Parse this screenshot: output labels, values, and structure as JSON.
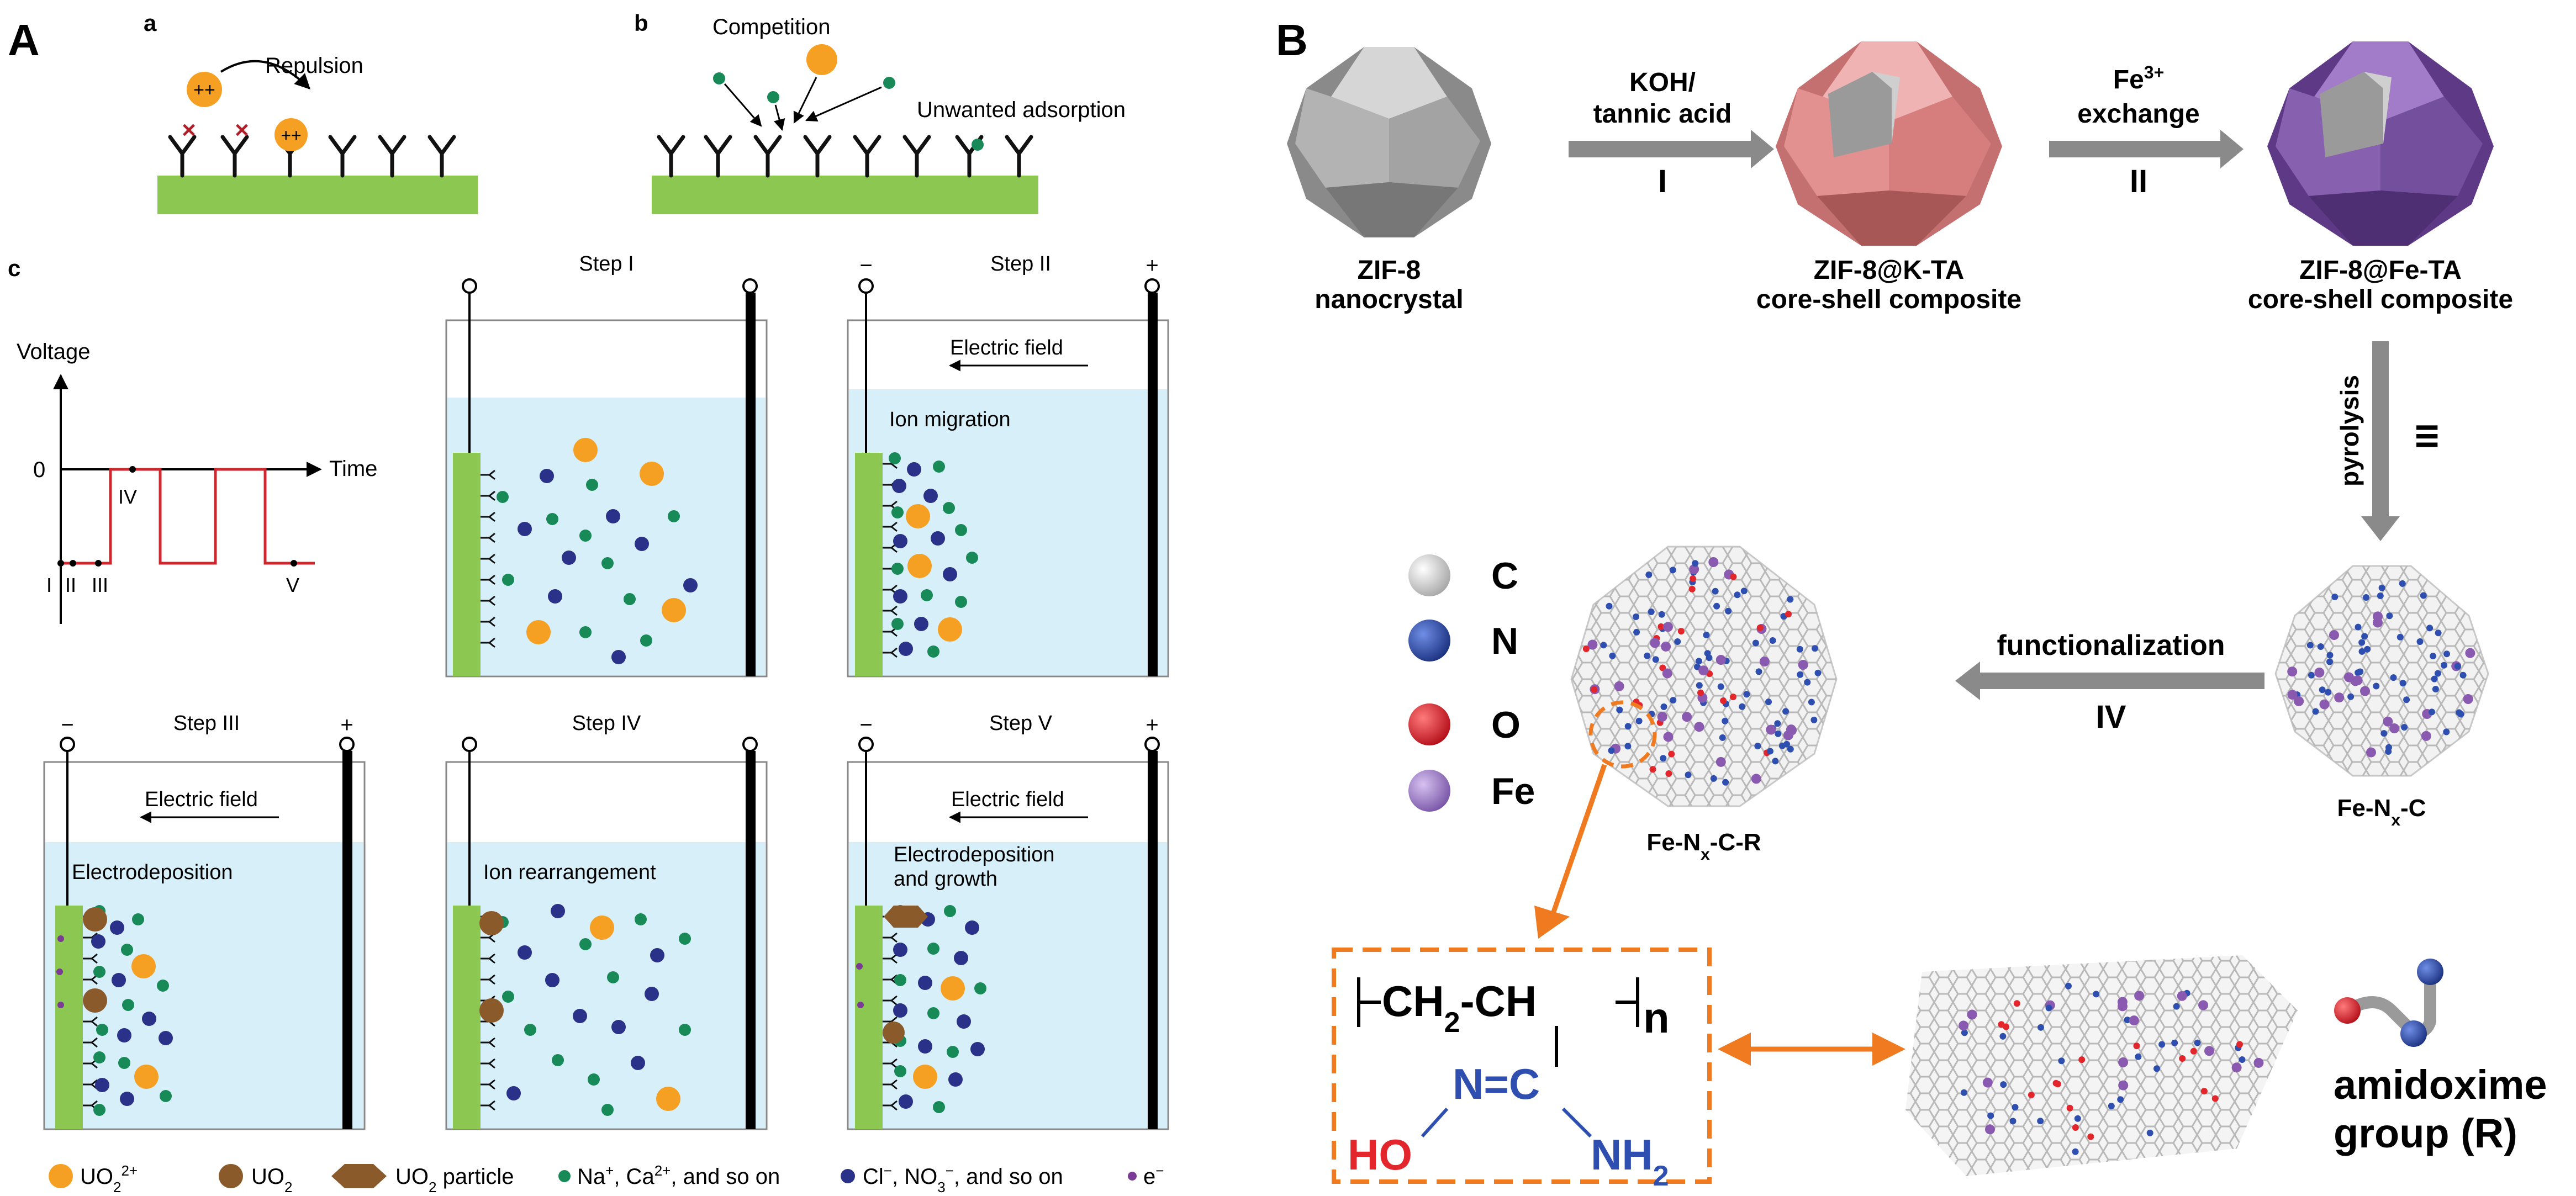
{
  "panel_A": {
    "label": "A",
    "a": {
      "label": "a",
      "repulsion": "Repulsion",
      "charge": "++"
    },
    "b": {
      "label": "b",
      "competition": "Competition",
      "unwanted": "Unwanted adsorption"
    },
    "c": {
      "label": "c",
      "voltage": "Voltage",
      "time": "Time",
      "zero": "0",
      "points": [
        "I",
        "II",
        "III",
        "IV",
        "V"
      ],
      "steps": [
        {
          "title": "Step I",
          "caption": ""
        },
        {
          "title": "Step II",
          "caption": "Ion migration"
        },
        {
          "title": "Step III",
          "caption": "Electrodeposition"
        },
        {
          "title": "Step IV",
          "caption": "Ion rearrangement"
        },
        {
          "title": "Step V",
          "caption": "Electrodeposition",
          "caption2": "and growth"
        }
      ],
      "electric_field": "Electric field",
      "minus": "−",
      "plus": "+"
    },
    "legend": [
      {
        "label": "UO",
        "sub": "2",
        "sup": "2+",
        "rest": ""
      },
      {
        "label": "UO",
        "sub": "2",
        "sup": "",
        "rest": ""
      },
      {
        "label": "UO",
        "sub": "2",
        "sup": "",
        "rest": " particle"
      },
      {
        "label": "Na",
        "sub": "",
        "sup": "+",
        "rest": ", Ca",
        "sup2": "2+",
        "rest2": ", and so on"
      },
      {
        "label": "Cl",
        "sub": "",
        "sup": "−",
        "rest": ", NO",
        "sub2": "3",
        "sup2": "−",
        "rest2": ", and so on"
      },
      {
        "label": "e",
        "sub": "",
        "sup": "−",
        "rest": ""
      }
    ]
  },
  "panel_B": {
    "label": "B",
    "zif8_1": "ZIF-8",
    "zif8_2": "nanocrystal",
    "kta_1": "ZIF-8@K-TA",
    "kta_2": "core-shell composite",
    "feta_1": "ZIF-8@Fe-TA",
    "feta_2": "core-shell composite",
    "step1_line1": "KOH/",
    "step1_line2": "tannic acid",
    "step1_num": "I",
    "step2_line1": "Fe",
    "step2_sup": "3+",
    "step2_line2": "exchange",
    "step2_num": "II",
    "step3_label": "pyrolysis",
    "step3_num": "III",
    "step4_label": "functionalization",
    "step4_num": "IV",
    "fenxc": "Fe-N",
    "fenxc_sub": "x",
    "fenxc_end": "-C",
    "fenxcr_end": "-C-R",
    "legend": [
      {
        "symbol": "C",
        "color": "#d9d9d9"
      },
      {
        "symbol": "N",
        "color": "#2e4fb0"
      },
      {
        "symbol": "O",
        "color": "#e3262b"
      },
      {
        "symbol": "Fe",
        "color": "#9d7cc7"
      }
    ],
    "polymer": {
      "ch2": "CH",
      "ch2_sub": "2",
      "dash": "-CH",
      "n": "n",
      "n_eq": "N=C",
      "ho": "HO",
      "nh2": "NH",
      "nh2_sub": "2"
    },
    "amidoxime_1": "amidoxime",
    "amidoxime_2": "group (R)"
  },
  "colors": {
    "orange": "#f5a023",
    "brown": "#8b5a2b",
    "green_dot": "#188a57",
    "navy_dot": "#2a3189",
    "purple_dot": "#7b3a96",
    "electrode_green": "#8cc751",
    "water": "#d6eff8",
    "red_line": "#d0262d",
    "pink": "#e88e8e",
    "violet": "#8a5ab0",
    "arrow_grey": "#8a8a8a",
    "dash_orange": "#f07a20",
    "red": "#e3262b",
    "blue": "#2e4fb0"
  }
}
